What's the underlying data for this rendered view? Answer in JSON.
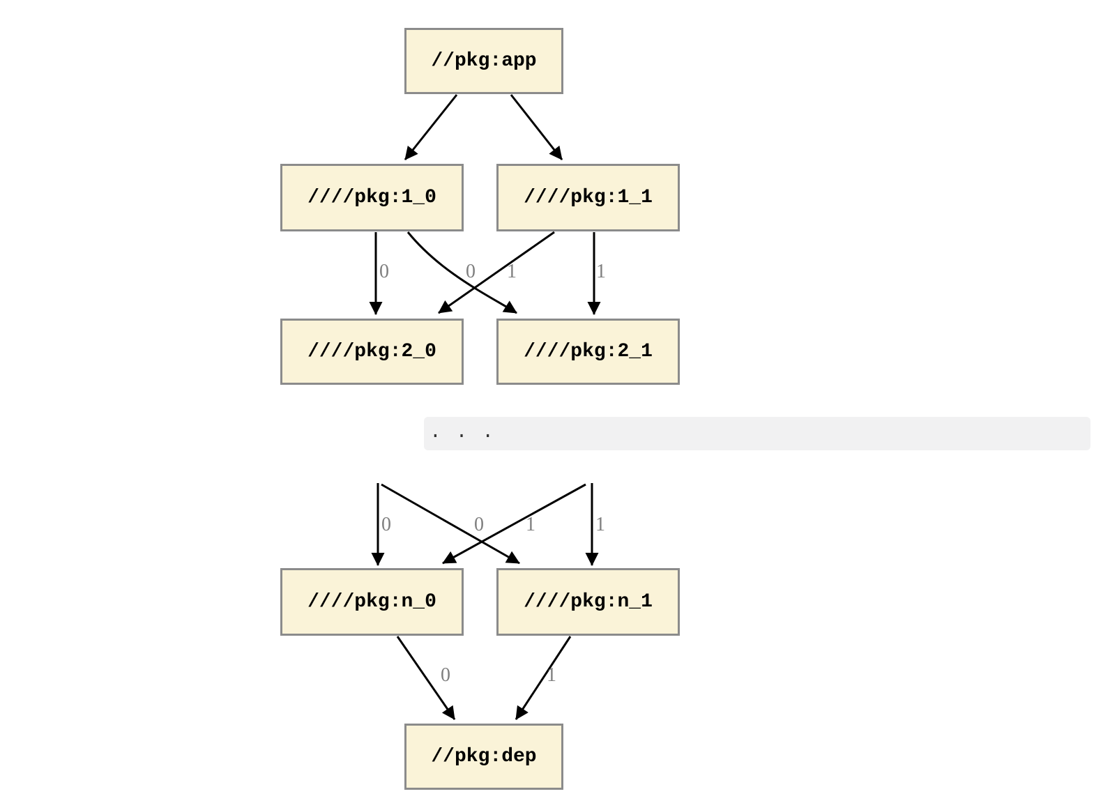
{
  "colors": {
    "node_fill": "#faf3d8",
    "node_border": "#8b8b8b",
    "edge": "#000000",
    "edge_label": "#7f7f7f",
    "separator_bg": "#f1f1f2",
    "separator_text": "#333333",
    "page_bg": "#ffffff"
  },
  "diagram_top": {
    "nodes": {
      "app": "//pkg:app",
      "v1_0": "////pkg:1_0",
      "v1_1": "////pkg:1_1",
      "v2_0": "////pkg:2_0",
      "v2_1": "////pkg:2_1"
    },
    "edges": [
      {
        "from": "//pkg:app",
        "to": "////pkg:1_0",
        "label": ""
      },
      {
        "from": "//pkg:app",
        "to": "////pkg:1_1",
        "label": ""
      },
      {
        "from": "////pkg:1_0",
        "to": "////pkg:2_0",
        "label": "0"
      },
      {
        "from": "////pkg:1_0",
        "to": "////pkg:2_1",
        "label": "0"
      },
      {
        "from": "////pkg:1_1",
        "to": "////pkg:2_0",
        "label": "1"
      },
      {
        "from": "////pkg:1_1",
        "to": "////pkg:2_1",
        "label": "1"
      }
    ]
  },
  "separator": {
    "text": ". . ."
  },
  "diagram_bottom": {
    "nodes": {
      "n_0": "////pkg:n_0",
      "n_1": "////pkg:n_1",
      "dep": "//pkg:dep"
    },
    "edges": [
      {
        "from": "(offscreen)",
        "to": "////pkg:n_0",
        "label": "0"
      },
      {
        "from": "(offscreen)",
        "to": "////pkg:n_1",
        "label": "0"
      },
      {
        "from": "(offscreen)",
        "to": "////pkg:n_0",
        "label": "1"
      },
      {
        "from": "(offscreen)",
        "to": "////pkg:n_1",
        "label": "1"
      },
      {
        "from": "////pkg:n_0",
        "to": "//pkg:dep",
        "label": "0"
      },
      {
        "from": "////pkg:n_1",
        "to": "//pkg:dep",
        "label": "1"
      }
    ]
  }
}
